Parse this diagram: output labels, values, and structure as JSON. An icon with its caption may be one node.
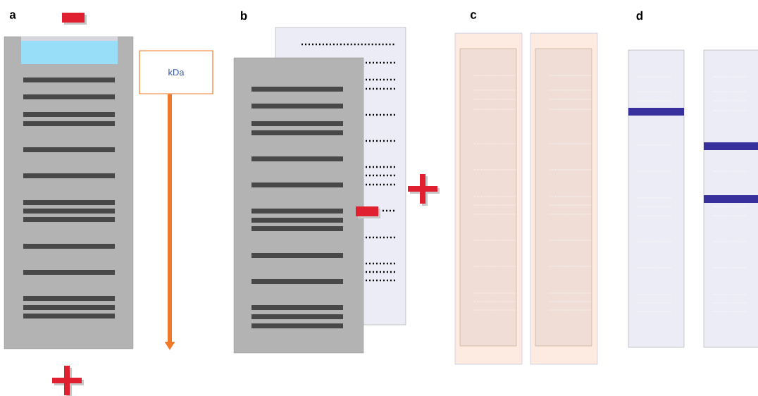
{
  "diagram": {
    "nodes": [
      {
        "text": [
          "kDa"
        ]
      }
    ],
    "labels": [
      "a",
      "b",
      "c",
      "d"
    ]
  }
}
